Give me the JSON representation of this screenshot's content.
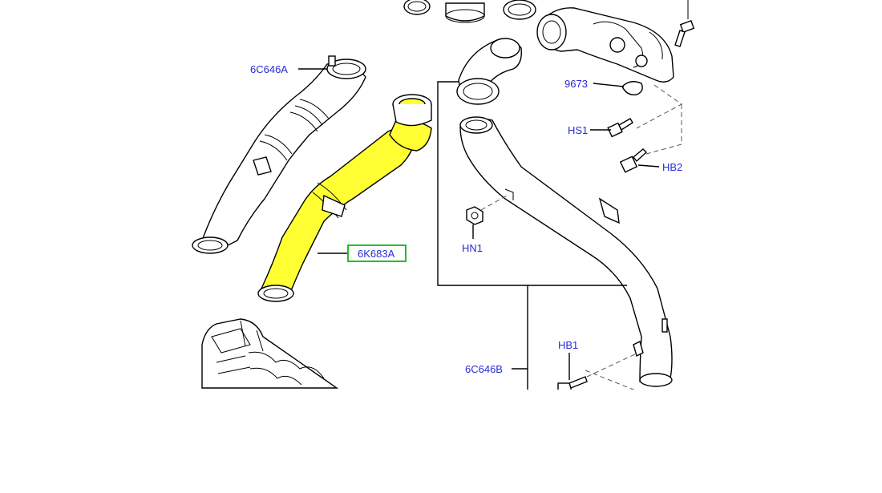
{
  "diagram": {
    "highlight_color": "#ffff33",
    "label_color": "#2a2ad6",
    "selected_box_color": "#22c022",
    "selected_part": "6K683A",
    "labels": {
      "p6C646A": "6C646A",
      "p6K683A": "6K683A",
      "p9673": "9673",
      "pHS1": "HS1",
      "pHB2": "HB2",
      "pHN1": "HN1",
      "pHB1": "HB1",
      "p6C646B": "6C646B"
    }
  }
}
